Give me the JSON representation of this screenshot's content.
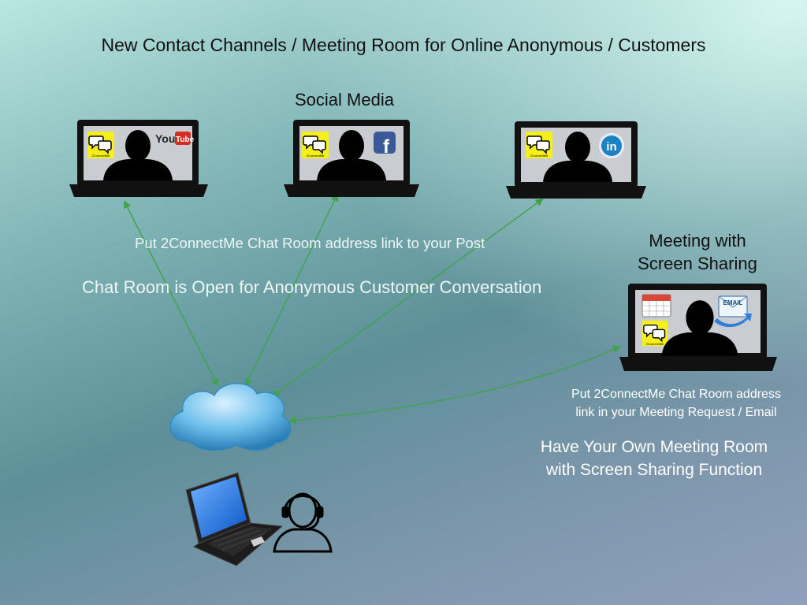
{
  "title": "New Contact Channels / Meeting Room for Online Anonymous / Customers",
  "social_media_label": "Social Media",
  "meeting_label_line1": "Meeting with",
  "meeting_label_line2": "Screen Sharing",
  "post_note": "Put 2ConnectMe Chat Room address link to your Post",
  "chat_open_note": "Chat Room is Open for Anonymous Customer Conversation",
  "meeting_note_line1": "Put 2ConnectMe Chat Room address",
  "meeting_note_line2": "link in your Meeting Request / Email",
  "own_room_line1": "Have Your Own Meeting Room",
  "own_room_line2": "with Screen Sharing Function",
  "logo_text": "2ConnectMe",
  "youtube_logo": {
    "part1": "You",
    "part2": "Tube"
  },
  "facebook_logo": "f",
  "linkedin_logo": "in",
  "email_icon_label": "EMAIL",
  "colors": {
    "arrow": "#3fa34a",
    "logo_bg": "#f5ef1a",
    "screen": "#c9ccd0",
    "laptop_frame": "#111111",
    "youtube_red": "#d62b1f",
    "facebook_blue": "#3b5998",
    "linkedin_blue": "#1a83c6",
    "cloud": "#5eb4e6"
  },
  "icons": [
    "chat-bubbles-icon",
    "youtube-icon",
    "facebook-icon",
    "linkedin-icon",
    "calendar-icon",
    "email-icon",
    "cloud-icon",
    "agent-headset-icon"
  ]
}
